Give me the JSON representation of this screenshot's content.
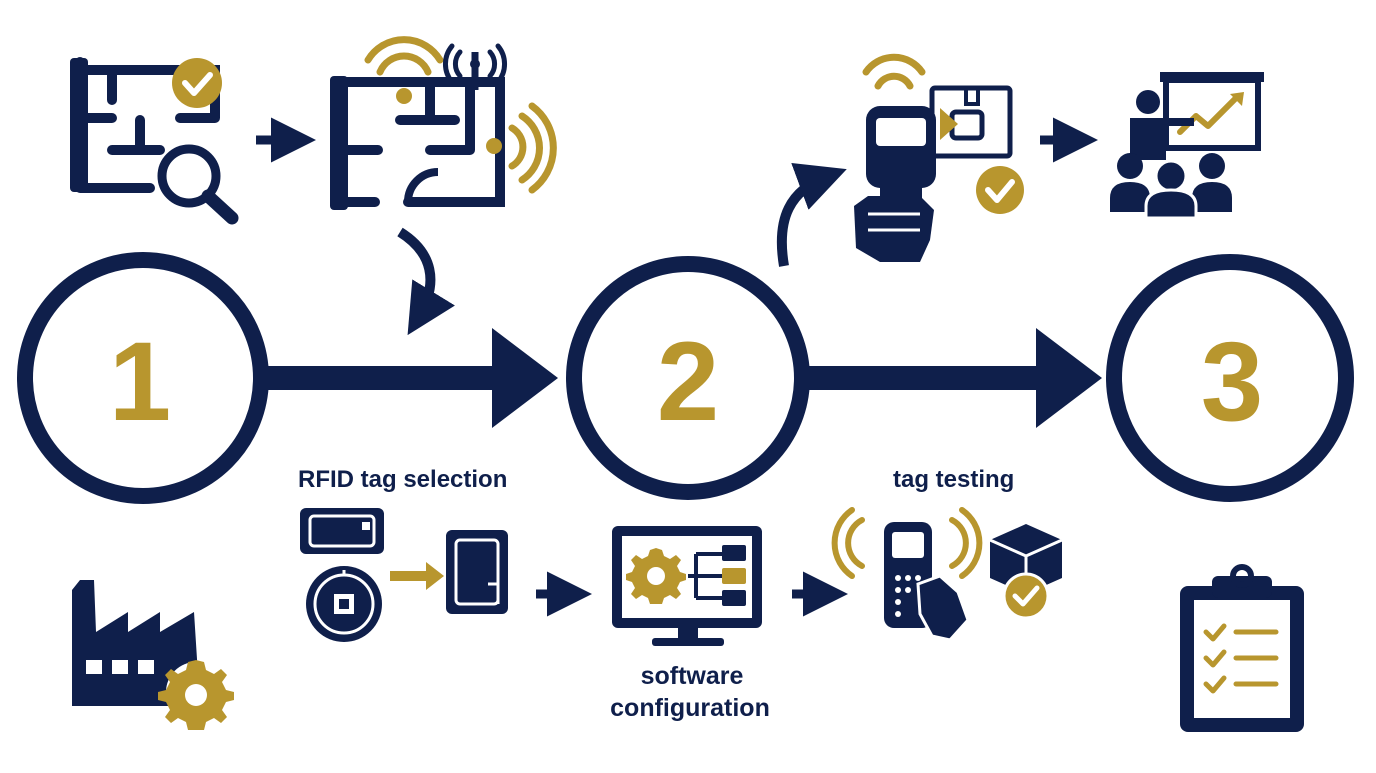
{
  "steps": [
    {
      "number": "1"
    },
    {
      "number": "2"
    },
    {
      "number": "3"
    }
  ],
  "labels": {
    "rfid_tag_selection": "RFID tag selection",
    "tag_testing": "tag testing",
    "software_configuration_line1": "software",
    "software_configuration_line2": "configuration"
  },
  "colors": {
    "navy": "#0f1f4b",
    "gold": "#b8962e",
    "background": "#ffffff"
  },
  "icons": [
    "floor-plan-inspect-icon",
    "floor-plan-wireless-icon",
    "handheld-scanner-icon",
    "presentation-training-icon",
    "factory-gear-icon",
    "rfid-tags-icon",
    "rfid-card-icon",
    "monitor-settings-icon",
    "handheld-reader-icon",
    "package-check-icon",
    "clipboard-checklist-icon"
  ]
}
